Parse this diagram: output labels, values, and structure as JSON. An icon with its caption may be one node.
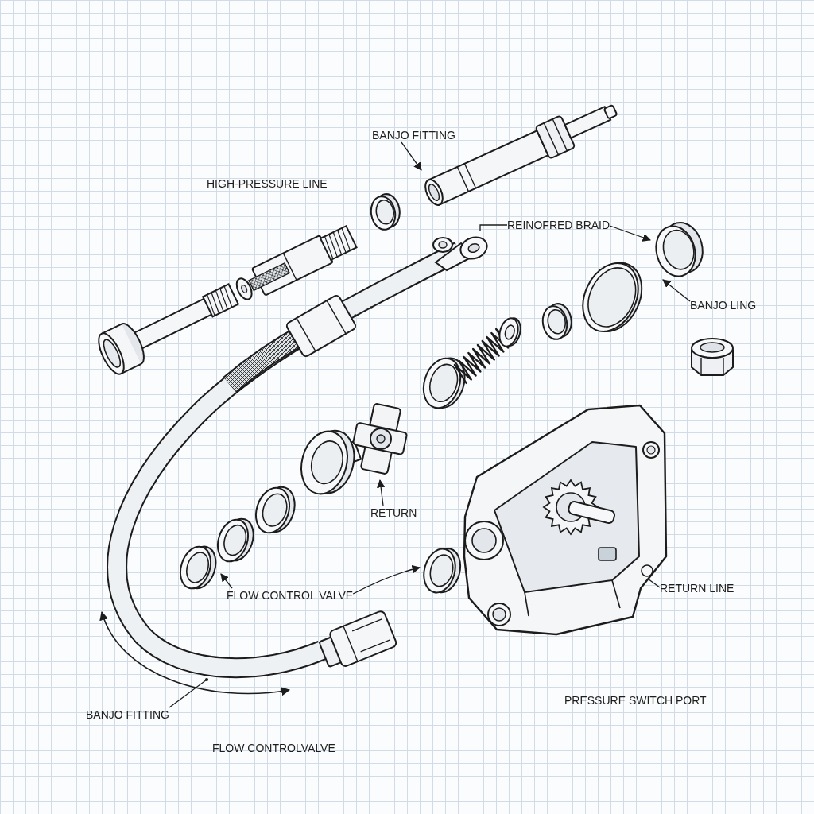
{
  "diagram": {
    "nodes": [
      {
        "text": [
          "BANJO FITTING"
        ]
      },
      {
        "text": [],
        "shape": "picture"
      },
      {
        "text": [
          "REINOFRED BRAID"
        ]
      },
      {
        "text": [],
        "shape": "picture"
      },
      {
        "text": [],
        "shape": "picture"
      },
      {
        "text": [
          "BANJO LING"
        ]
      },
      {
        "text": [],
        "shape": "picture"
      },
      {
        "text": [
          "RETURN"
        ]
      },
      {
        "text": [],
        "shape": "picture"
      },
      {
        "text": [
          "FLOW CONTROL VALVE"
        ]
      },
      {
        "text": [],
        "shape": "picture"
      },
      {
        "text": [],
        "shape": "picture"
      },
      {
        "text": [],
        "shape": "box",
        "in": 11
      },
      {
        "text": [
          "RETURN LINE"
        ]
      },
      {
        "text": [],
        "shape": "picture"
      },
      {
        "text": [
          "BANJO FITTING"
        ]
      }
    ],
    "edges": [
      {
        "from": 0,
        "to": 1,
        "arrow": "to"
      },
      {
        "from": 2,
        "to": 3,
        "arrow": "none"
      },
      {
        "from": 2,
        "to": 4,
        "arrow": "to"
      },
      {
        "from": 5,
        "to": 4,
        "arrow": "to"
      },
      {
        "from": 7,
        "to": 6,
        "arrow": "to"
      },
      {
        "from": 9,
        "to": 8,
        "arrow": "to"
      },
      {
        "from": 9,
        "to": 10,
        "arrow": "to"
      },
      {
        "from": 13,
        "to": 12,
        "arrow": "to"
      },
      {
        "from": 15,
        "to": 14,
        "arrow": "other"
      }
    ],
    "labels": [
      "HIGH-PRESSURE LINE",
      "PRESSURE SWITCH PORT",
      "FLOW CONTROLVALVE"
    ]
  }
}
